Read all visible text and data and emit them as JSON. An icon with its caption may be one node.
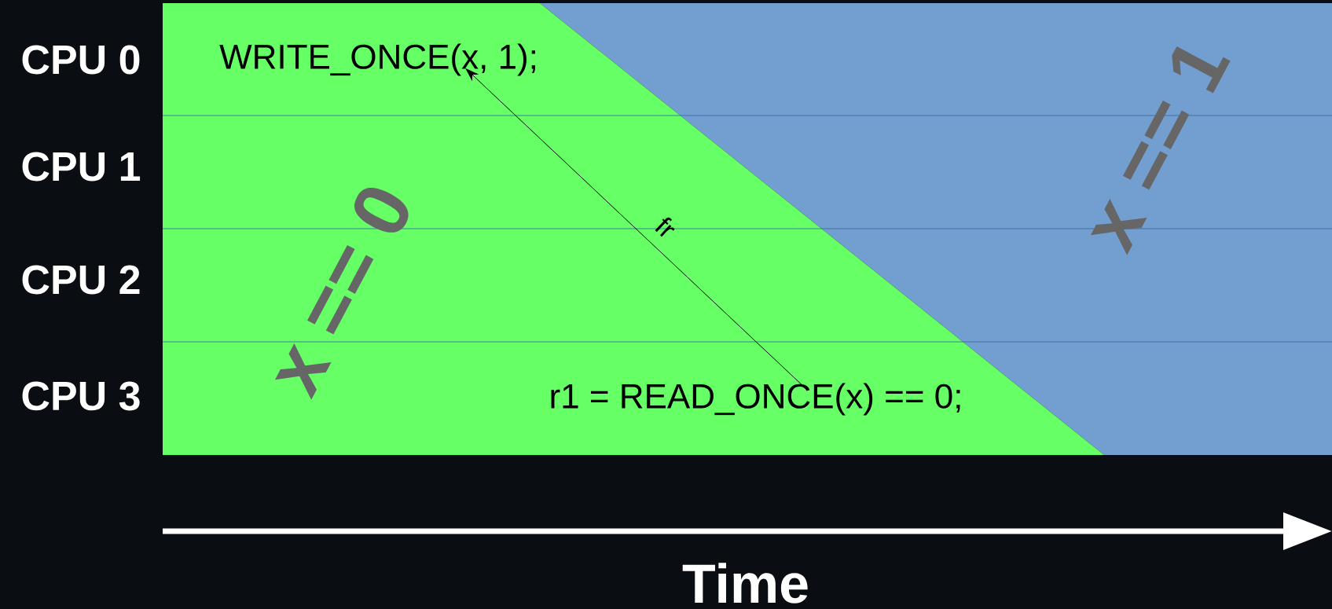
{
  "diagram": {
    "nodes": [
      {
        "text": [
          "WRITE_ONCE(x, 1);"
        ]
      },
      {
        "text": [
          "r1 = READ_ONCE(x) == 0;"
        ]
      }
    ],
    "edges": [
      {
        "from": 1,
        "to": 0,
        "arrow": "to",
        "label": "fr"
      }
    ],
    "labels": [
      "CPU 0",
      "CPU 1",
      "CPU 2",
      "CPU 3",
      "x == 0",
      "x == 1",
      "Time"
    ]
  }
}
